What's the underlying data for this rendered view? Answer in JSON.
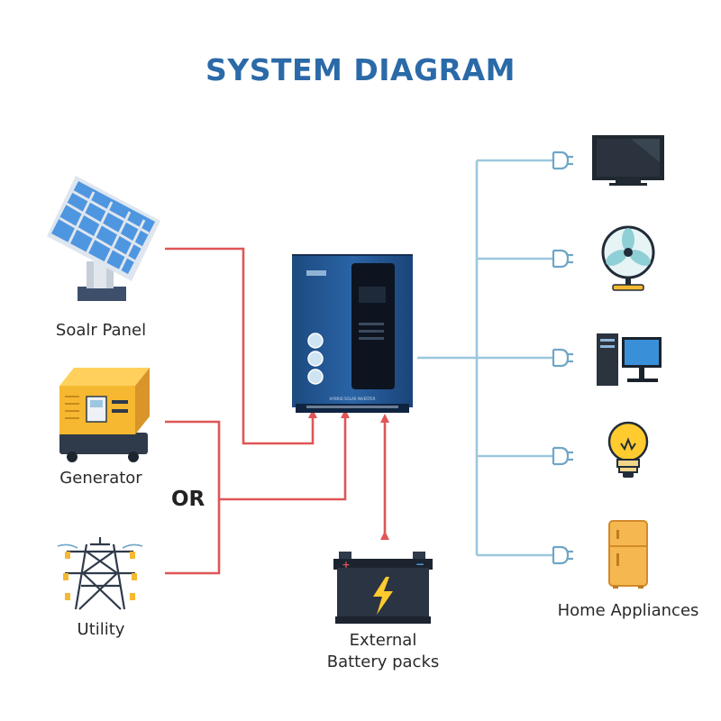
{
  "title": "SYSTEM DIAGRAM",
  "sources": {
    "solar_panel": "Soalr Panel",
    "generator": "Generator",
    "or_label": "OR",
    "utility": "Utility"
  },
  "battery": {
    "line1": "External",
    "line2": "Battery packs"
  },
  "appliances": {
    "label": "Home Appliances",
    "items": [
      "television-icon",
      "fan-icon",
      "desktop-computer-icon",
      "light-bulb-icon",
      "refrigerator-icon"
    ]
  },
  "inverter": {
    "panel_text": "HYBRID SOLAR INVERTER"
  },
  "colors": {
    "title": "#2b6aa8",
    "power_line": "#e05556",
    "output_line": "#9cc7df",
    "inverter_body": "#1f4f86"
  }
}
